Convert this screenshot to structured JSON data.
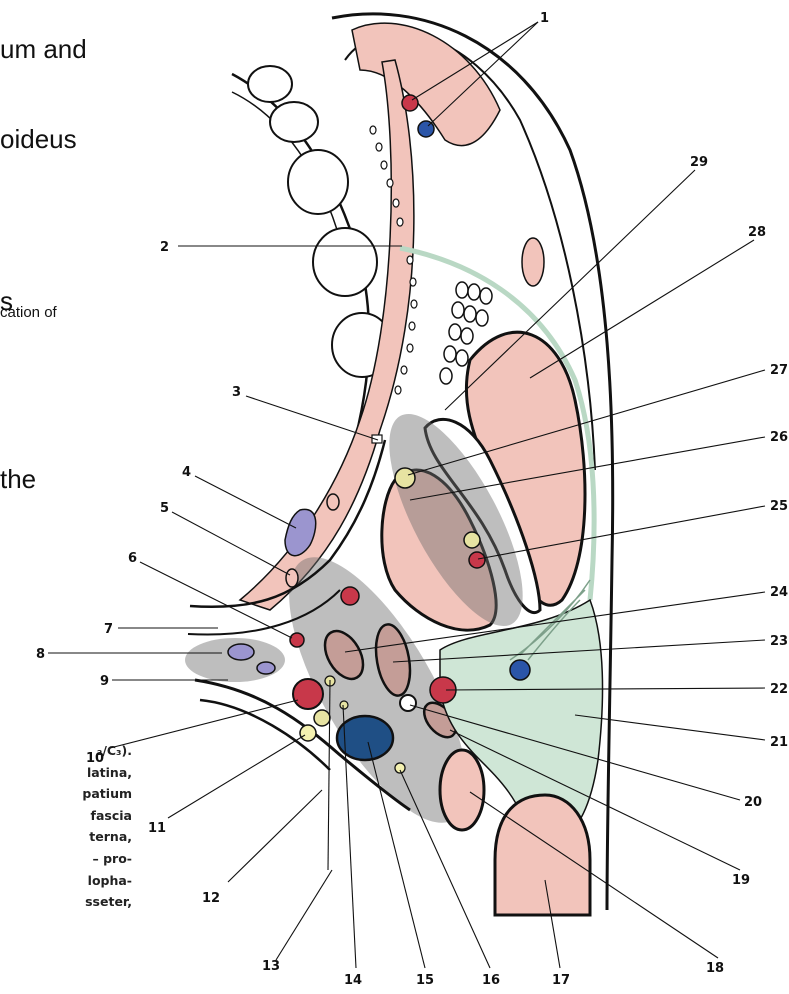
{
  "left_text": {
    "line1": "um and",
    "line2": "oideus",
    "line3": "s",
    "line4": "cation of",
    "line5": "the"
  },
  "caption": [
    "₂/C₃).",
    "latina,",
    "patium",
    "fascia",
    "terna,",
    "– pro-",
    "lopha-",
    "sseter,"
  ],
  "labels": [
    "1",
    "2",
    "3",
    "4",
    "5",
    "6",
    "7",
    "8",
    "9",
    "10",
    "11",
    "12",
    "13",
    "14",
    "15",
    "16",
    "17",
    "18",
    "19",
    "20",
    "21",
    "22",
    "23",
    "24",
    "25",
    "26",
    "27",
    "28",
    "29"
  ],
  "colors": {
    "muscle": "#f2c4bb",
    "artery": "#c8384a",
    "vein": "#2b55a8",
    "nerve": "#e7e3a2",
    "gland": "#cfe6d6",
    "shade": "#6f6f6f",
    "tongue_purple": "#9b95cf"
  }
}
